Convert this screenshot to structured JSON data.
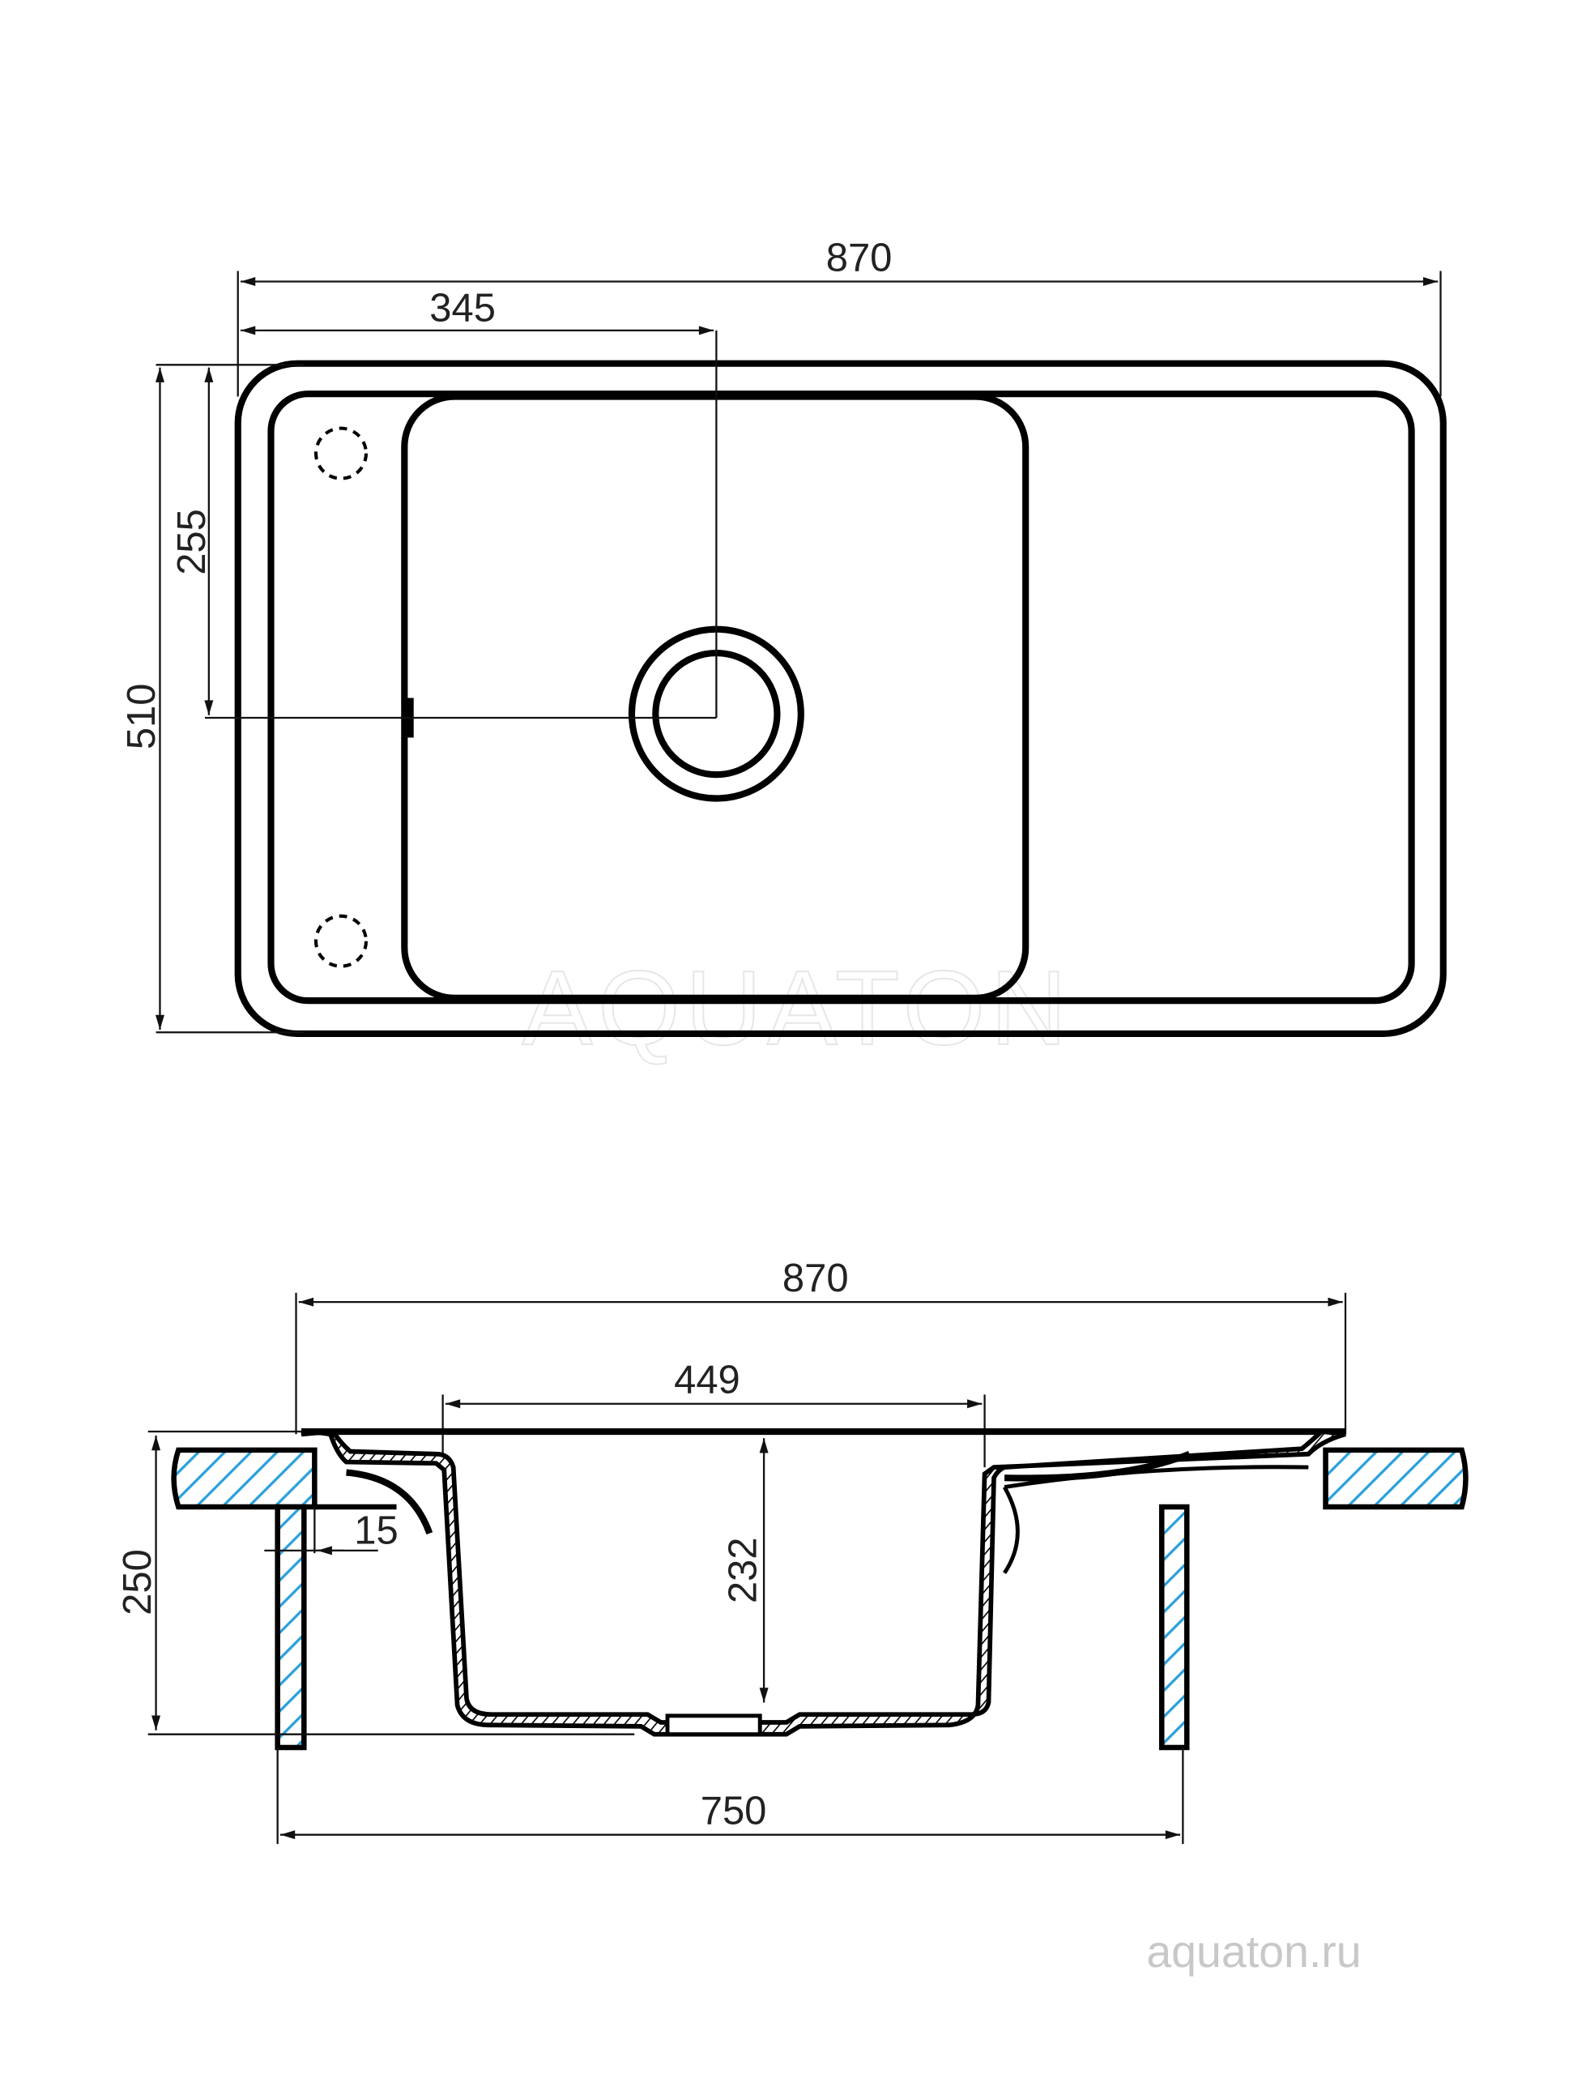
{
  "top_view": {
    "dim_overall_width": "870",
    "dim_drain_offset_x": "345",
    "dim_drain_offset_y": "255",
    "dim_overall_depth": "510"
  },
  "side_view": {
    "dim_overall_width": "870",
    "dim_bowl_width": "449",
    "dim_bowl_depth": "232",
    "dim_total_height": "250",
    "dim_overhang": "15",
    "dim_cabinet_width": "750"
  },
  "watermark": "AQUATON",
  "website": "aquaton.ru",
  "colors": {
    "countertop_hatch": "#2aa0dc",
    "line": "#000000"
  }
}
